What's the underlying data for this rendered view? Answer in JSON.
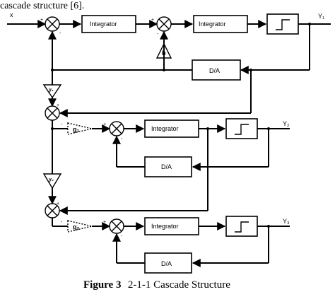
{
  "header_text": "cascade structure [6].",
  "labels": {
    "input": "x",
    "integrator": "Integrator",
    "da": "D/A",
    "b": "b",
    "y1": "Y₁",
    "y2": "Y₂",
    "y3": "Y₃",
    "gain_y1": "y₁",
    "gain_y2": "y₂",
    "gain_g1": "g₁",
    "gain_g2": "g₂",
    "plus": "+",
    "minus": "-"
  },
  "caption": {
    "figure": "Figure 3",
    "title": "2-1-1 Cascade Structure"
  }
}
